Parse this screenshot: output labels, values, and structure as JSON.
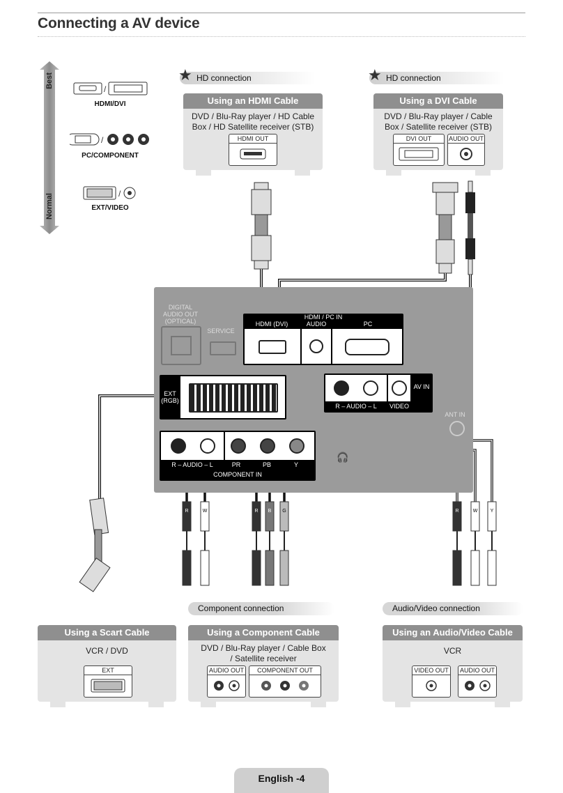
{
  "page": {
    "title": "Connecting a AV device",
    "footer": "English -4"
  },
  "quality": {
    "best": "Best",
    "normal": "Normal",
    "items": [
      {
        "label": "HDMI/DVI"
      },
      {
        "label": "PC/COMPONENT"
      },
      {
        "label": "EXT/VIDEO"
      }
    ],
    "separator": "/"
  },
  "hdmi_section": {
    "connection_label": "HD connection",
    "card_title": "Using an HDMI Cable",
    "devices": "DVD / Blu-Ray player / HD Cable Box / HD Satellite receiver (STB)",
    "port_label": "HDMI OUT"
  },
  "dvi_section": {
    "connection_label": "HD connection",
    "card_title": "Using a DVI Cable",
    "devices": "DVD / Blu-Ray player / Cable Box / Satellite receiver (STB)",
    "port_labels": [
      "DVI OUT",
      "AUDIO OUT"
    ]
  },
  "tv_panel": {
    "digital_audio": "DIGITAL AUDIO OUT (OPTICAL)",
    "service": "SERVICE",
    "hdmi_pc_in": "HDMI / PC IN",
    "hdmi_dvi": "HDMI (DVI)",
    "audio": "AUDIO",
    "pc": "PC",
    "ext_rgb": "EXT (RGB)",
    "av_in": "AV IN",
    "audio_rl": "R – AUDIO – L",
    "video": "VIDEO",
    "ant_in": "ANT IN",
    "component_in": "COMPONENT IN",
    "comp_audio": "R – AUDIO – L",
    "pr": "PR",
    "pb": "PB",
    "y": "Y"
  },
  "cable_letters": {
    "component_top": [
      "R",
      "W",
      "R",
      "B",
      "G"
    ],
    "av_top": [
      "R",
      "W",
      "Y"
    ]
  },
  "bottom": {
    "component_label": "Component connection",
    "av_label": "Audio/Video connection",
    "scart": {
      "title": "Using a Scart Cable",
      "devices": "VCR / DVD",
      "port": "EXT"
    },
    "component": {
      "title": "Using a Component Cable",
      "devices": "DVD / Blu-Ray player / Cable Box / Satellite receiver",
      "ports": [
        "AUDIO OUT",
        "COMPONENT OUT"
      ]
    },
    "av": {
      "title": "Using an Audio/Video Cable",
      "devices": "VCR",
      "ports": [
        "VIDEO OUT",
        "AUDIO OUT"
      ]
    }
  },
  "colors": {
    "panel": "#9b9b9b",
    "card": "#e4e4e4",
    "card_header": "#8f8f8f"
  }
}
